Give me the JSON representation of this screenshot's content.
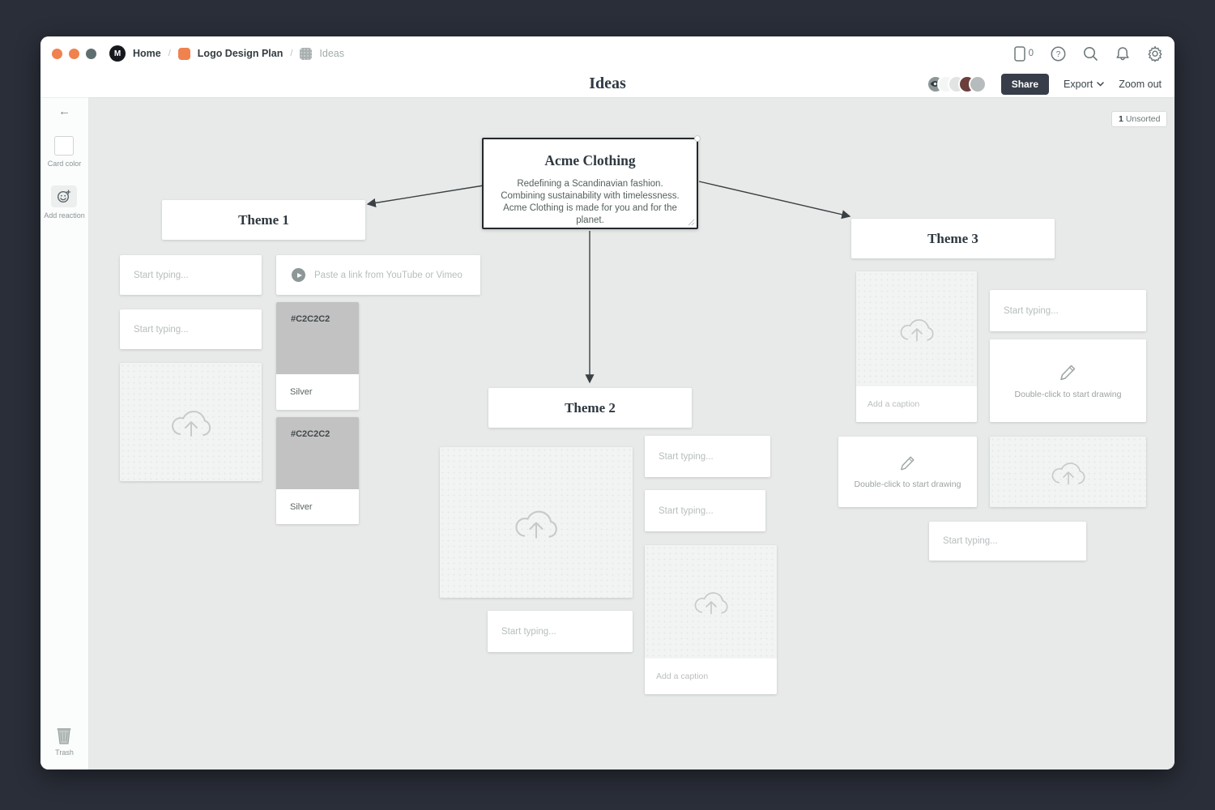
{
  "window": {
    "breadcrumbs": {
      "home": "Home",
      "board": "Logo Design Plan",
      "current": "Ideas",
      "separator": "/"
    },
    "logo_letter": "M",
    "device_count": "0",
    "title": "Ideas",
    "share_label": "Share",
    "export_label": "Export",
    "zoom_out_label": "Zoom out"
  },
  "sidebar": {
    "back_arrow": "←",
    "card_color_label": "Card color",
    "add_reaction_label": "Add reaction",
    "trash_label": "Trash"
  },
  "canvas": {
    "unsorted_badge": {
      "count": "1",
      "label": "Unsorted"
    },
    "root_card": {
      "title": "Acme Clothing",
      "body": "Redefining a Scandinavian fashion. Combining sustainability with timelessness. Acme Clothing is made for you and for the planet."
    },
    "themes": {
      "t1": "Theme 1",
      "t2": "Theme 2",
      "t3": "Theme 3"
    },
    "placeholders": {
      "start_typing": "Start typing...",
      "paste_link": "Paste a link from YouTube or Vimeo",
      "add_caption": "Add a caption",
      "draw": "Double-click to start drawing"
    },
    "swatch": {
      "hex": "#C2C2C2",
      "name": "Silver",
      "color": "#c2c2c2"
    }
  },
  "colors": {
    "traffic_orange": "#f0824f",
    "traffic_gray": "#5f6f70",
    "canvas_bg": "#e8eae9",
    "accent_board_icon": "#f0824f",
    "share_bg": "#373e4a",
    "avatar_maroon": "#6b3f3c"
  }
}
